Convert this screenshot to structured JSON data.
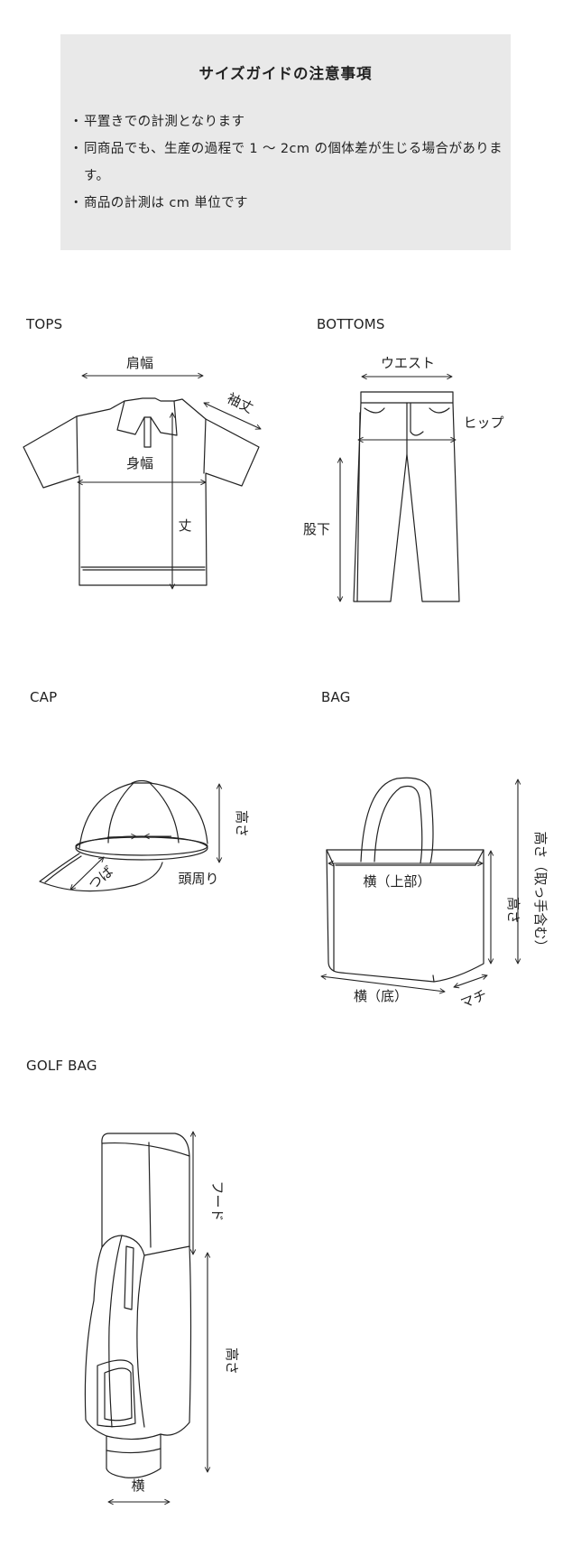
{
  "notice": {
    "title": "サイズガイドの注意事項",
    "items": [
      "平置きでの計測となります",
      "同商品でも、生産の過程で 1 ～ 2cm の個体差が生じる場合があります。",
      "商品の計測は cm 単位です"
    ]
  },
  "tops": {
    "title": "TOPS",
    "labels": {
      "shoulder": "肩幅",
      "sleeve": "袖丈",
      "chest": "身幅",
      "length": "丈"
    }
  },
  "bottoms": {
    "title": "BOTTOMS",
    "labels": {
      "waist": "ウエスト",
      "hip": "ヒップ",
      "inseam": "股下"
    }
  },
  "cap": {
    "title": "CAP",
    "labels": {
      "height": "高さ",
      "brim": "つば",
      "head": "頭周り"
    }
  },
  "bag": {
    "title": "BAG",
    "labels": {
      "top_width": "横（上部）",
      "height": "高さ",
      "height_with_handle": "高さ（取っ手含む）",
      "bottom_width": "横（底）",
      "gusset": "マチ"
    }
  },
  "golf_bag": {
    "title": "GOLF BAG",
    "labels": {
      "hood": "フード",
      "height": "高さ",
      "width": "横"
    }
  }
}
